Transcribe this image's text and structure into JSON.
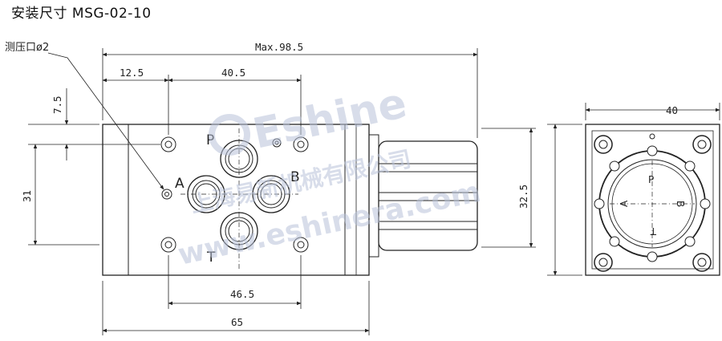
{
  "title": "安装尺寸 MSG-02-10",
  "callout": "测压口ø2",
  "dimensions": {
    "overall_length": "Max.98.5",
    "offset_left": "12.5",
    "port_spacing_top": "40.5",
    "vertical_small": "7.5",
    "body_height": "31",
    "port_spacing_bottom": "46.5",
    "body_width": "65",
    "end_height": "32.5",
    "end_width": "40"
  },
  "ports": {
    "p": "P",
    "a": "A",
    "b": "B",
    "t": "T"
  },
  "watermark": {
    "brand": "Eshine",
    "company": "上海易新机械有限公司",
    "url": "www.eshinera.com",
    "color": "#b9c3d9"
  }
}
